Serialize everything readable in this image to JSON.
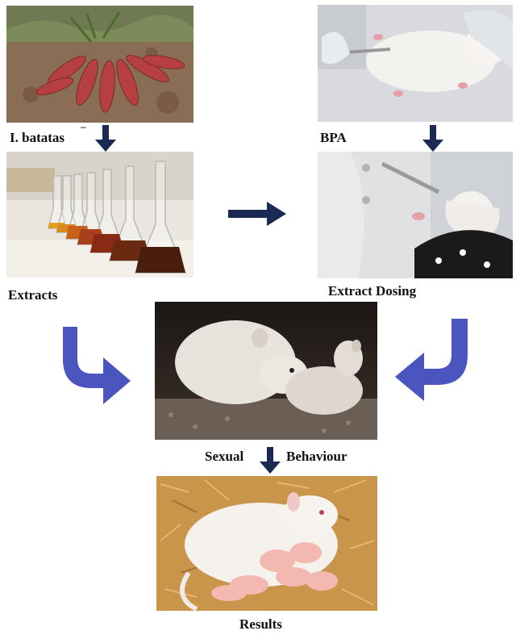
{
  "labels": {
    "batatas": "I. batatas",
    "batatas_mark": "–",
    "bpa": "BPA",
    "extracts": "Extracts",
    "extract_dosing": "Extract Dosing",
    "sexual": "Sexual",
    "behaviour": "Behaviour",
    "results": "Results"
  },
  "colors": {
    "dark_arrow": "#1a2a55",
    "curved_arrow": "#4a55c0"
  },
  "icons": {
    "down": "arrow-down-icon",
    "right": "arrow-right-icon",
    "curve_left": "curved-arrow-down-right-icon",
    "curve_right": "curved-arrow-down-left-icon"
  }
}
